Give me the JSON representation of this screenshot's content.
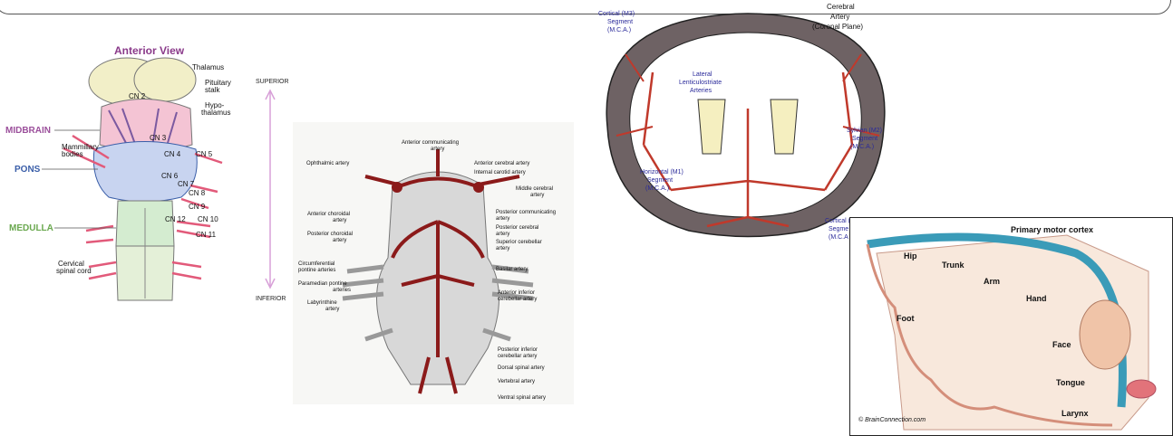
{
  "brainstem": {
    "title": "Anterior View",
    "labels": {
      "thalamus": "Thalamus",
      "pituitary1": "Pituitary",
      "pituitary2": "stalk",
      "hypo1": "Hypo-",
      "hypo2": "thalamus",
      "cn2": "CN 2",
      "cn3": "CN 3",
      "cn4": "CN 4",
      "cn5": "CN 5",
      "cn6": "CN 6",
      "cn7": "CN 7",
      "cn8": "CN 8",
      "cn9": "CN 9",
      "cn10": "CN 10",
      "cn11": "CN 11",
      "cn12": "CN 12",
      "mammillary1": "Mammillary",
      "mammillary2": "bodies",
      "cervical1": "Cervical",
      "cervical2": "spinal cord",
      "midbrain": "MIDBRAIN",
      "pons": "PONS",
      "medulla": "MEDULLA",
      "superior": "SUPERIOR",
      "inferior": "INFERIOR"
    },
    "colors": {
      "midbrain": "#9b4f9b",
      "pons": "#3a5ea8",
      "medulla": "#6aa84f"
    }
  },
  "arteries": {
    "labels": {
      "ant_comm1": "Anterior communicating",
      "ant_comm2": "artery",
      "ophthalmic": "Ophthalmic artery",
      "ant_cerebral": "Anterior cerebral artery",
      "int_carotid": "Internal carotid artery",
      "mid_cerebral1": "Middle cerebral",
      "mid_cerebral2": "artery",
      "ant_choroidal1": "Anterior choroidal",
      "ant_choroidal2": "artery",
      "post_comm1": "Posterior communicating",
      "post_comm2": "artery",
      "post_cerebral1": "Posterior cerebral",
      "post_cerebral2": "artery",
      "post_choroidal1": "Posterior choroidal",
      "post_choroidal2": "artery",
      "sup_cerebellar1": "Superior cerebellar",
      "sup_cerebellar2": "artery",
      "circumferential1": "Circumferential",
      "circumferential2": "pontine arteries",
      "basilar": "Basilar artery",
      "paramedian1": "Paramedian pontine",
      "paramedian2": "arteries",
      "labyrinthine1": "Labyrinthine",
      "labyrinthine2": "artery",
      "aica1": "Anterior inferior",
      "aica2": "cerebellar artery",
      "pica1": "Posterior inferior",
      "pica2": "cerebellar artery",
      "dorsal_spinal": "Dorsal spinal artery",
      "vertebral": "Vertebral artery",
      "ventral_spinal": "Ventral spinal artery"
    }
  },
  "coronal": {
    "labels": {
      "cortical_m3_1": "Cortical (M3)",
      "cortical_m3_2": "Segment",
      "cortical_m3_3": "(M.C.A.)",
      "title1": "Cerebral",
      "title2": "Artery",
      "title3": "(Coronal Plane)",
      "lateral1": "Lateral",
      "lateral2": "Lenticulostriate",
      "lateral3": "Arteries",
      "sylvian1": "Sylvian (M2)",
      "sylvian2": "Segment",
      "sylvian3": "(M.C.A.)",
      "horizontal1": "Horizontal (M1)",
      "horizontal2": "Segment",
      "horizontal3": "(M.C.A.)",
      "cortical_r1": "Cortical (",
      "cortical_r2": "Segme",
      "cortical_r3": "(M.C.A"
    }
  },
  "motor": {
    "labels": {
      "primary": "Primary motor cortex",
      "hip": "Hip",
      "trunk": "Trunk",
      "arm": "Arm",
      "hand": "Hand",
      "foot": "Foot",
      "face": "Face",
      "tongue": "Tongue",
      "larynx": "Larynx",
      "credit": "© BrainConnection.com"
    }
  }
}
